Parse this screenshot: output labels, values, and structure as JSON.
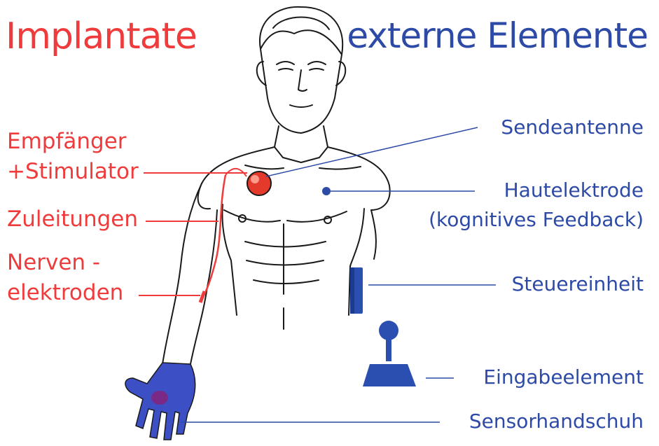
{
  "headings": {
    "implants": "Implantate",
    "external": "externe Elemente"
  },
  "labels_left": {
    "receiver_line1": "Empfänger",
    "receiver_line2": "+Stimulator",
    "leads": "Zuleitungen",
    "nerve_line1": "Nerven -",
    "nerve_line2": "elektroden"
  },
  "labels_right": {
    "antenna": "Sendeantenne",
    "skin_electrode_line1": "Hautelektrode",
    "skin_electrode_line2": "(kognitives Feedback)",
    "control_unit": "Steuereinheit",
    "input_element": "Eingabeelement",
    "sensor_glove": "Sensorhandschuh"
  },
  "colors": {
    "implant": "#ef3b3b",
    "external": "#2d4aa6",
    "outline": "#1a1a1a"
  }
}
